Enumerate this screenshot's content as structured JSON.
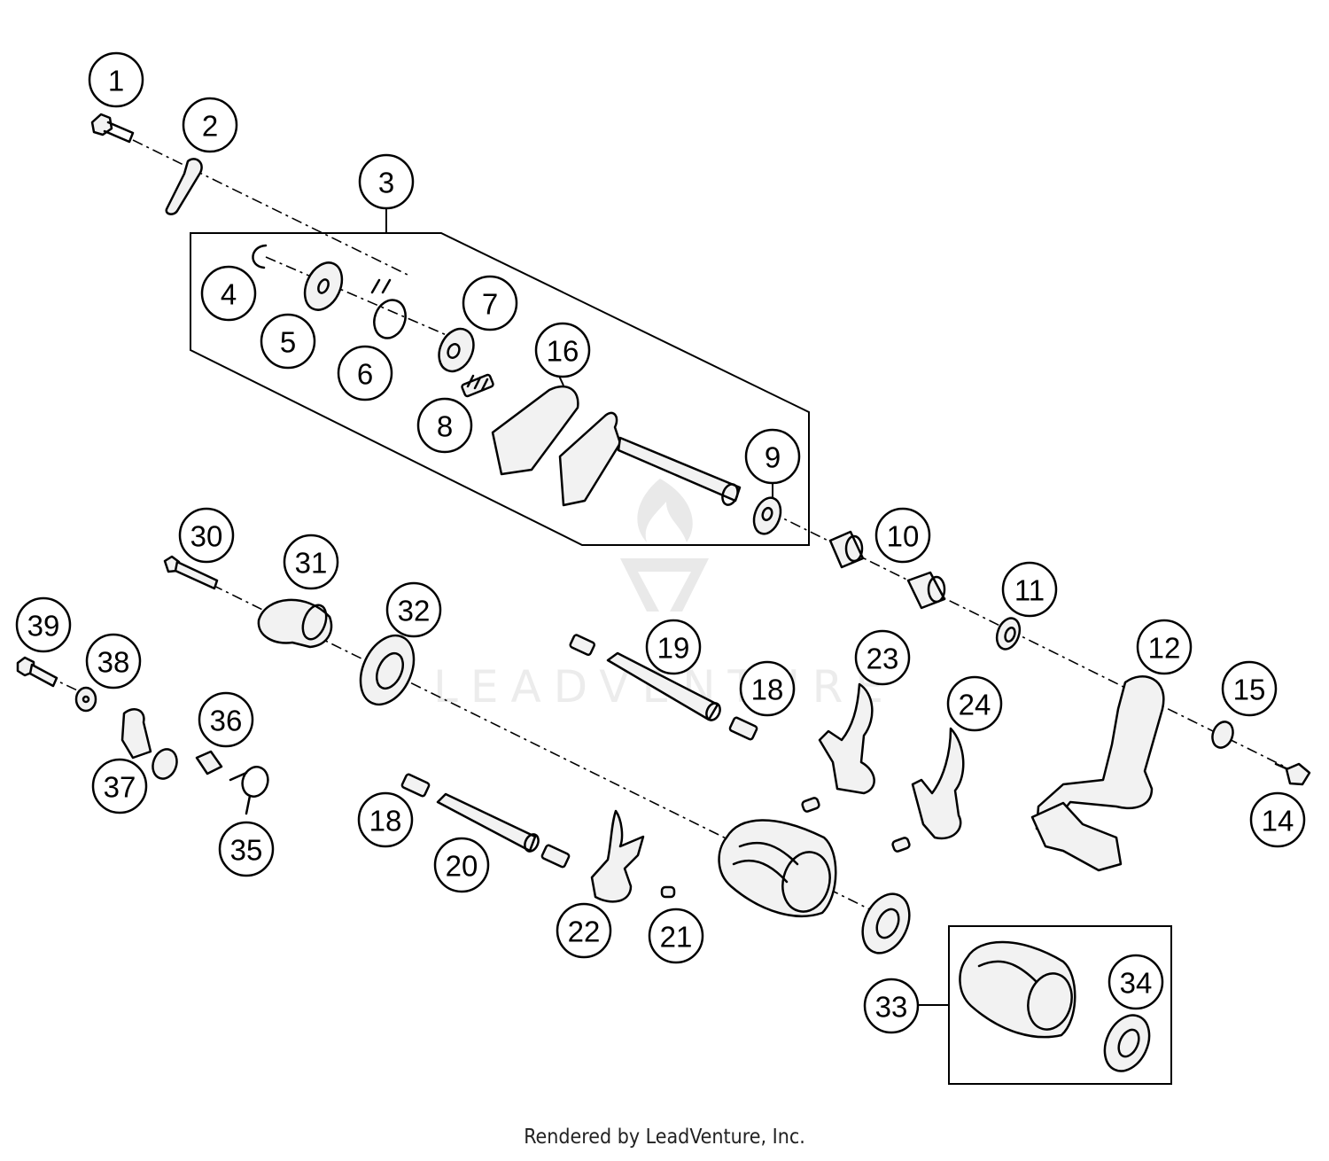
{
  "diagram": {
    "watermark": "LEADVENTURE",
    "callouts": [
      "1",
      "2",
      "3",
      "4",
      "5",
      "6",
      "7",
      "8",
      "9",
      "10",
      "11",
      "12",
      "14",
      "15",
      "16",
      "18",
      "18",
      "19",
      "20",
      "21",
      "22",
      "23",
      "24",
      "30",
      "31",
      "32",
      "33",
      "34",
      "35",
      "36",
      "37",
      "38",
      "39"
    ]
  },
  "footer": {
    "text": "Rendered by LeadVenture, Inc."
  }
}
